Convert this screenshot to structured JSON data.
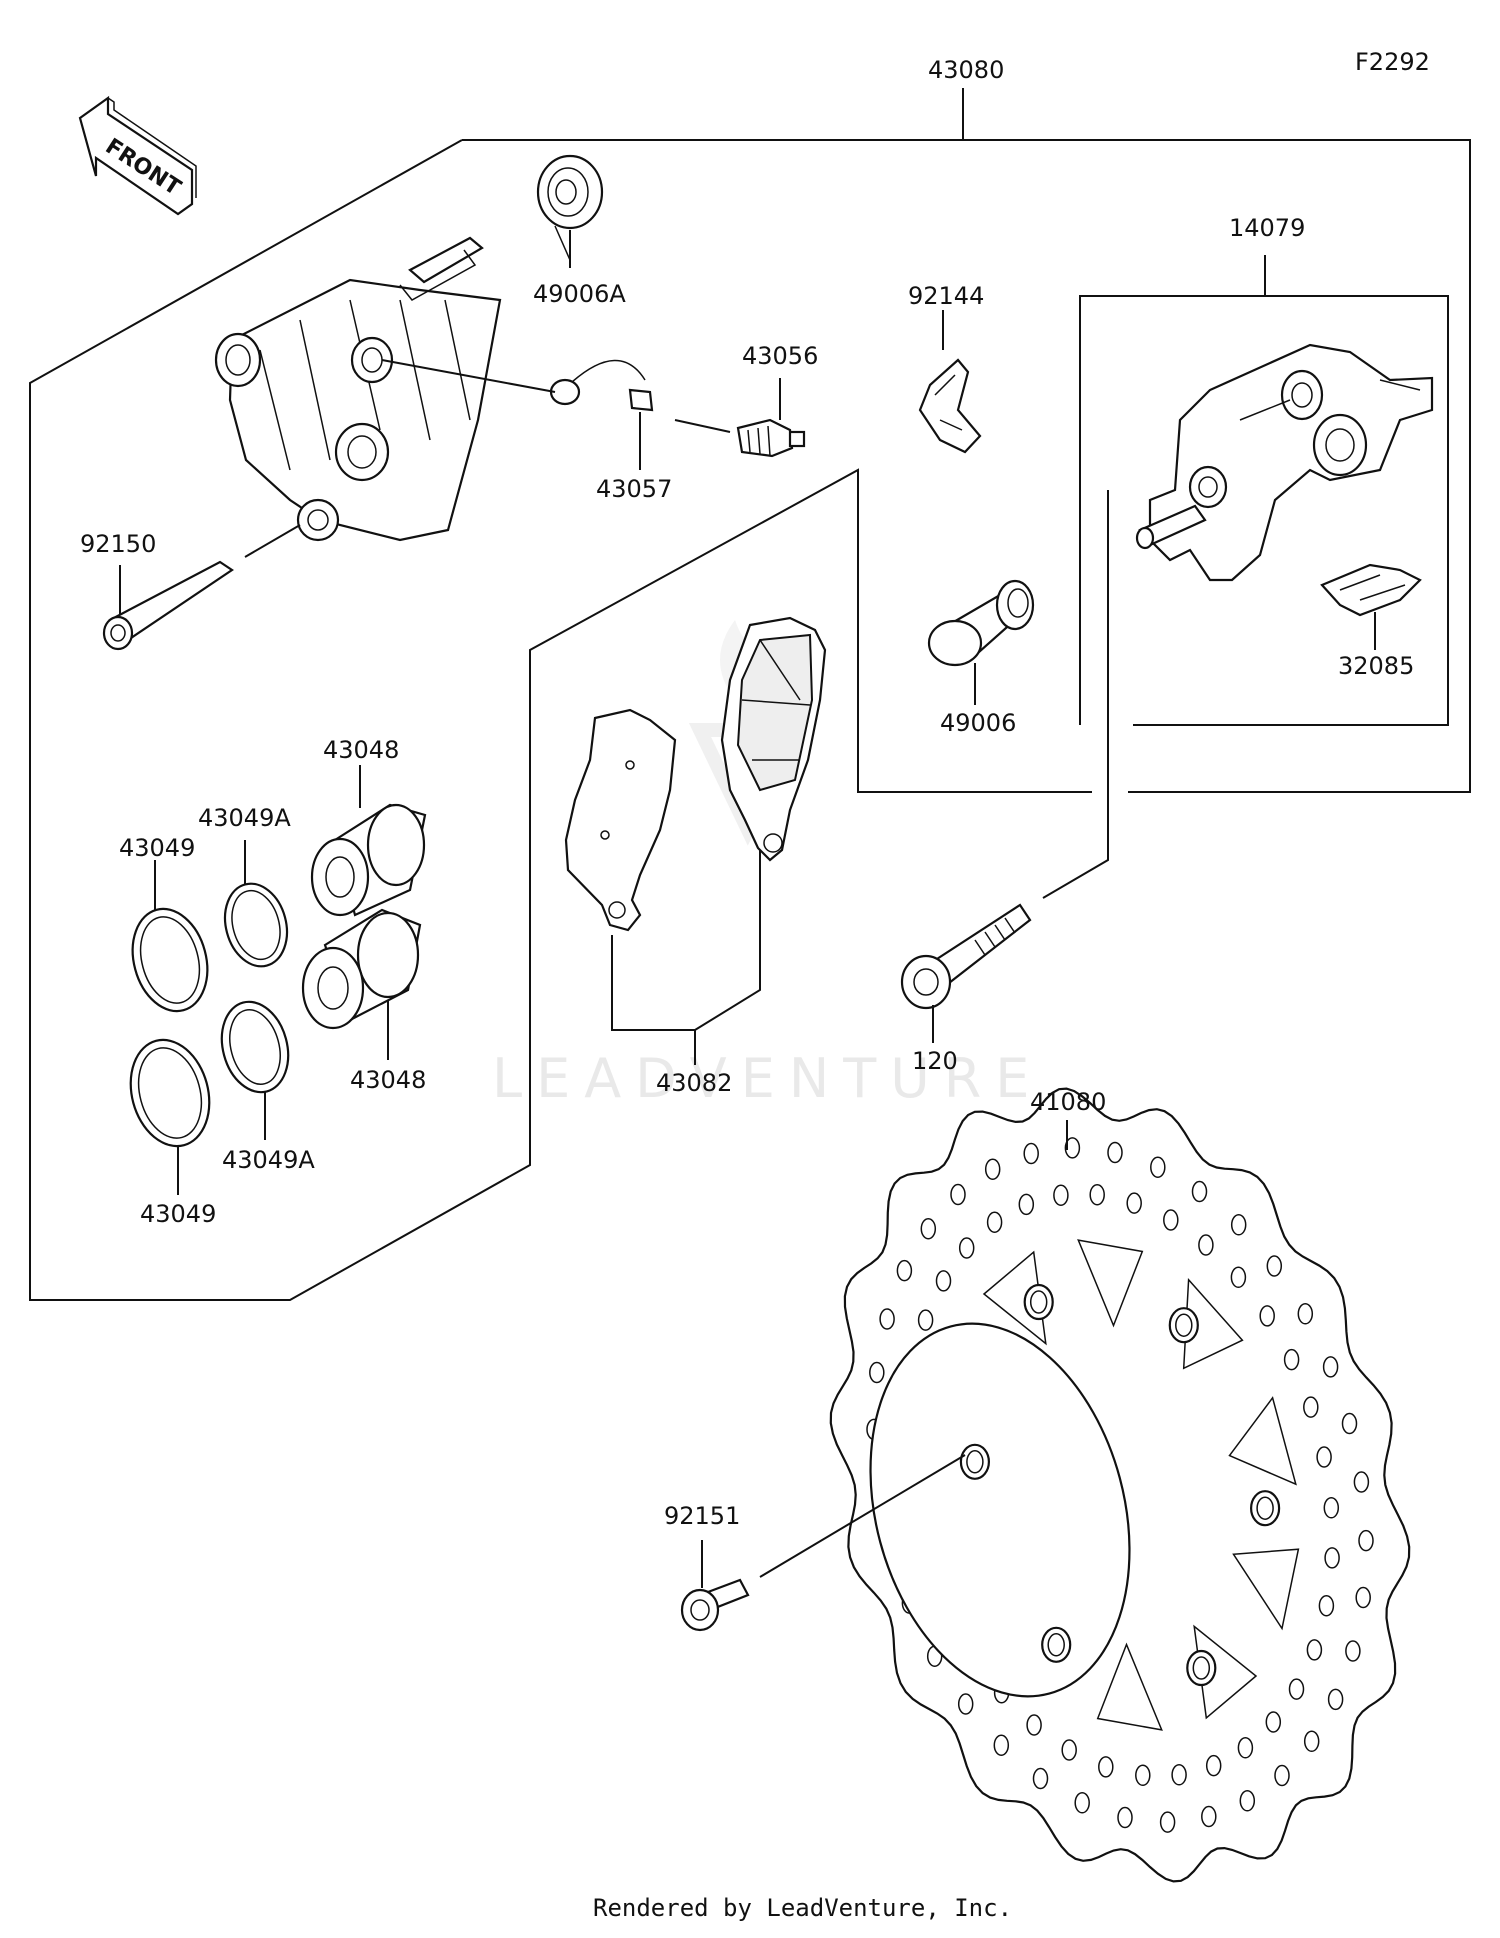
{
  "diagram_code": "F2292",
  "front_label": "FRONT",
  "watermark": "LEADVENTURE",
  "footer": "Rendered by LeadVenture, Inc.",
  "parts": {
    "p43080": "43080",
    "p49006A": "49006A",
    "p43056": "43056",
    "p43057": "43057",
    "p92144": "92144",
    "p14079": "14079",
    "p92150": "92150",
    "p32085": "32085",
    "p49006": "49006",
    "p43048a": "43048",
    "p43049Aa": "43049A",
    "p43049a": "43049",
    "p43048b": "43048",
    "p43049Ab": "43049A",
    "p43049b": "43049",
    "p43082": "43082",
    "p120": "120",
    "p41080": "41080",
    "p92151": "92151"
  }
}
